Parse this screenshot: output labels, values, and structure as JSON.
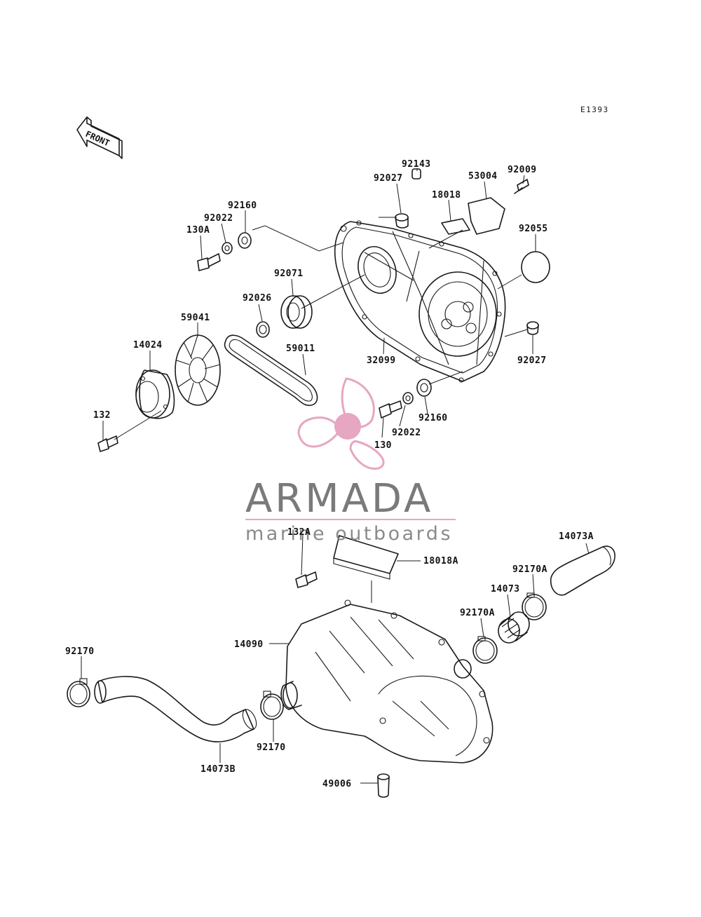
{
  "diagram_code": "E1393",
  "front_label": "FRONT",
  "watermark": {
    "brand": "ARMADA",
    "tagline": "marine outboards",
    "brand_color": "#7a7a7a",
    "accent_color": "#e7a6c2"
  },
  "parts": [
    {
      "id": "p92143",
      "label": "92143"
    },
    {
      "id": "p92027a",
      "label": "92027"
    },
    {
      "id": "p53004",
      "label": "53004"
    },
    {
      "id": "p92009",
      "label": "92009"
    },
    {
      "id": "p18018",
      "label": "18018"
    },
    {
      "id": "p92160a",
      "label": "92160"
    },
    {
      "id": "p92022a",
      "label": "92022"
    },
    {
      "id": "p130A",
      "label": "130A"
    },
    {
      "id": "p92055",
      "label": "92055"
    },
    {
      "id": "p92071",
      "label": "92071"
    },
    {
      "id": "p92026",
      "label": "92026"
    },
    {
      "id": "p59041",
      "label": "59041"
    },
    {
      "id": "p14024",
      "label": "14024"
    },
    {
      "id": "p59011",
      "label": "59011"
    },
    {
      "id": "p32099",
      "label": "32099"
    },
    {
      "id": "p92027b",
      "label": "92027"
    },
    {
      "id": "p132",
      "label": "132"
    },
    {
      "id": "p92160b",
      "label": "92160"
    },
    {
      "id": "p92022b",
      "label": "92022"
    },
    {
      "id": "p130",
      "label": "130"
    },
    {
      "id": "p14073A",
      "label": "14073A"
    },
    {
      "id": "p132A",
      "label": "132A"
    },
    {
      "id": "p18018A",
      "label": "18018A"
    },
    {
      "id": "p92170A1",
      "label": "92170A"
    },
    {
      "id": "p14073",
      "label": "14073"
    },
    {
      "id": "p92170A2",
      "label": "92170A"
    },
    {
      "id": "p14090",
      "label": "14090"
    },
    {
      "id": "p92170a",
      "label": "92170"
    },
    {
      "id": "p92170b",
      "label": "92170"
    },
    {
      "id": "p14073B",
      "label": "14073B"
    },
    {
      "id": "p49006",
      "label": "49006"
    }
  ]
}
